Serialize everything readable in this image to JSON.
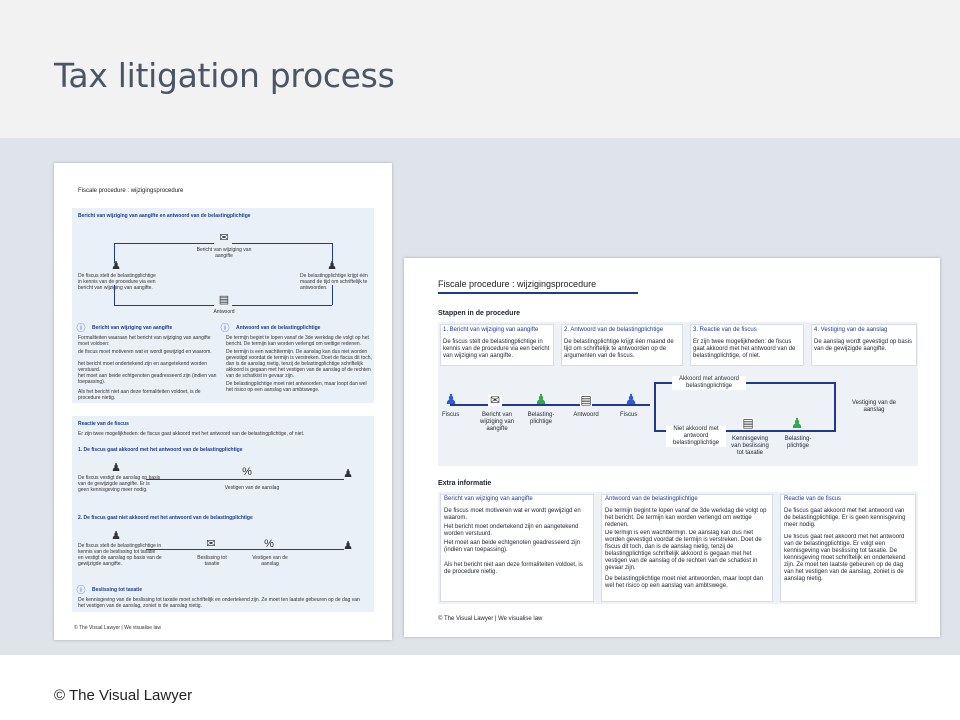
{
  "slide": {
    "title": "Tax litigation process",
    "footer": "© The Visual Lawyer"
  },
  "doc_left": {
    "title": "Fiscale procedure : wijzigingsprocedure",
    "section1_title": "Bericht van wijziging van aangifte en antwoord van de belastingplichtige",
    "flow_top": "Bericht van wijziging van aangifte",
    "flow_left": "De fiscus stelt de belastingplichtige in kennis van de procedure via een bericht van wijziging van aangifte.",
    "flow_right": "De belastingplichtige krijgt één maand de tijd om schriftelijk te antwoorden.",
    "flow_bottom": "Antwoord",
    "info1_title": "Bericht van wijziging van aangifte",
    "info1_text": "Formaliteiten waaraan het bericht van wijziging van aangifte moet voldoen:",
    "info1_bullets": [
      "de fiscus moet motiveren wat er wordt gewijzigd en waarom.",
      "het bericht moet ondertekend zijn en aangetekend worden verstuurd.",
      "het moet aan beide echtgenoten geadresseerd zijn (indien van toepassing)."
    ],
    "info1_note": "Als het bericht niet aan deze formaliteiten voldoet, is de procedure nietig.",
    "info2_title": "Antwoord van de belastingplichtige",
    "info2_bullets": [
      "De termijn begint te lopen vanaf de 3de werkdag die volgt op het bericht. De termijn kan worden verlengd om wettige redenen.",
      "De termijn is een wachttermijn. De aanslag kan dus niet worden gevestigd voordat de termijn is verstreken. Doet de fiscus dit toch, dan is de aanslag nietig, tenzij de belastingplichtige schriftelijk akkoord is gegaan met het vestigen van de aanslag of de rechten van de schatkist in gevaar zijn.",
      "De belastingplichtige moet niet antwoorden, maar loopt dan wel het risico op een aanslag van ambtswege."
    ],
    "section2_title": "Reactie van de fiscus",
    "section2_intro": "Er zijn twee mogelijkheden: de fiscus gaat akkoord met het antwoord van de belastingplichtige, of niet.",
    "case1_title": "1. De fiscus gaat akkoord met het antwoord van de belastingplichtige",
    "case1_text": "De fiscus vestigt de aanslag op basis van de gewijzigde aangifte. Er is geen kennisgeving meer nodig.",
    "case1_step": "Vestigen van de aanslag",
    "case2_title": "2. De fiscus gaat niet akkoord met het antwoord van de belastingplichtige",
    "case2_text": "De fiscus stelt de belastingplichtige in kennis van de beslissing tot taxatie en vestigt de aanslag op basis van de gewijzigde aangifte.",
    "case2_step1": "Beslissing tot taxatie",
    "case2_step2": "Vestigen van de aanslag",
    "taxatie_title": "Beslissing tot taxatie",
    "taxatie_text": "De kennisgeving van de beslissing tot taxatie moet schriftelijk en ondertekend zijn. Ze moet ten laatste gebeuren op de dag van het vestigen van de aanslag, zoniet is de aanslag nietig.",
    "footer": "© The Visual Lawyer | We visualise law"
  },
  "doc_right": {
    "title": "Fiscale procedure : wijzigingsprocedure",
    "steps_heading": "Stappen in de procedure",
    "steps": [
      {
        "title": "1. Bericht van wijziging van aangifte",
        "text": "De fiscus stelt de belastingplichtige in kennis van de procedure via een bericht van wijziging van aangifte."
      },
      {
        "title": "2. Antwoord van de belastingplichtige",
        "text": "De belastingplichtige krijgt één maand de tijd om schriftelijk te antwoorden op de argumenten van de fiscus."
      },
      {
        "title": "3. Reactie van de fiscus",
        "text": "Er zijn twee mogelijkheden: de fiscus gaat akkoord met het antwoord van de belastingplichtige, of niet."
      },
      {
        "title": "4. Vestiging van de aanslag",
        "text": "De aanslag wordt gevestigd op basis van de gewijzigde aangifte."
      }
    ],
    "flow": {
      "fiscus1": "Fiscus",
      "bericht": "Bericht van wijziging van aangifte",
      "belastingplichtige1": "Belasting-plichtige",
      "antwoord": "Antwoord",
      "fiscus2": "Fiscus",
      "akkoord": "Akkoord met antwoord belastingplichtige",
      "niet_akkoord": "Niet akkoord met antwoord belastingplichtige",
      "kennisgeving": "Kennisgeving van beslissing tot taxatie",
      "belastingplichtige2": "Belasting-plichtige",
      "vestiging": "Vestiging van de aanslag"
    },
    "extra_heading": "Extra informatie",
    "col1_title": "Bericht van wijziging van aangifte",
    "col1_bullets": [
      "De fiscus moet motiveren wat er wordt gewijzigd en waarom.",
      "Het bericht moet ondertekend zijn en aangetekend worden verstuurd.",
      "Het moet aan beide echtgenoten geadresseerd zijn (indien van toepassing)."
    ],
    "col1_note": "Als het bericht niet aan deze formaliteiten voldoet, is de procedure nietig.",
    "col2_title": "Antwoord van de belastingplichtige",
    "col2_bullets": [
      "De termijn begint te lopen vanaf de 3de werkdag die volgt op het bericht. De termijn kan worden verlengd om wettige redenen.",
      "De termijn is een wachttermijn. De aanslag kan dus niet worden gevestigd voordat de termijn is verstreken. Doet de fiscus dit toch, dan is de aanslag nietig, tenzij de belastingplichtige schriftelijk akkoord is gegaan met het vestigen van de aanslag of de rechten van de schatkist in gevaar zijn.",
      "De belastingplichtige moet niet antwoorden, maar loopt dan wel het risico op een aanslag van ambtswege."
    ],
    "col3_title": "Reactie van de fiscus",
    "col3_item1": "De fiscus gaat akkoord met het antwoord van de belastingplichtige. Er is geen kennisgeving meer nodig.",
    "col3_item2": "De fiscus gaat niet akkoord met het antwoord van de belastingplichtige. Er volgt een kennisgeving van beslissing tot taxatie. De kennisgeving moet schriftelijk en ondertekend zijn. Ze moet ten laatste gebeuren op de dag van het vestigen van de aanslag, zoniet is de aanslag nietig.",
    "footer": "© The Visual Lawyer | We visualise law"
  }
}
